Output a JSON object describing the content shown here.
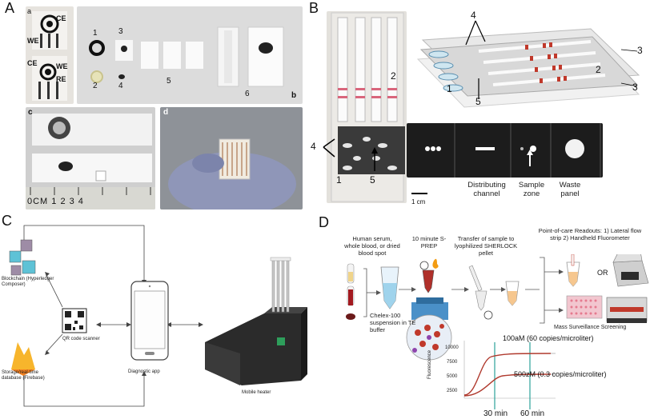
{
  "panels": {
    "A": {
      "letter": "A",
      "sub_a": "a",
      "sub_b": "b",
      "sub_c": "c",
      "sub_d": "d",
      "electrode_labels": [
        "CE",
        "WE",
        "CE",
        "WE",
        "RE"
      ],
      "part_numbers": [
        "1",
        "2",
        "3",
        "4",
        "5",
        "6"
      ],
      "ruler_text": "0CM 1   2   3   4"
    },
    "B": {
      "letter": "B",
      "photo_numbers": [
        "2",
        "4",
        "1",
        "5"
      ],
      "diagram_numbers": [
        "4",
        "3",
        "2",
        "1",
        "5",
        "3"
      ],
      "strip_captions": [
        "Distributing channel",
        "Sample zone",
        "Waste panel"
      ],
      "scale_bar": "1 cm"
    },
    "C": {
      "letter": "C",
      "blockchain_label": "Blockchain (Hyperledger Composer)",
      "qr_label": "QR code scanner",
      "storage_label": "Storage/real-time database (Firebase)",
      "app_label": "Diagnostic app",
      "heater_label": "Mobile heater"
    },
    "D": {
      "letter": "D",
      "step1": "Human serum, whole blood, or dried blood spot",
      "step2": "10 minute S-PREP",
      "step3": "Transfer of sample to lyophilized SHERLOCK pellet",
      "readouts": "Point-of-care Readouts: 1) Lateral flow strip 2) Handheld Fluorometer",
      "or_label": "OR",
      "chelex": "Chelex-100 suspension in TE buffer",
      "mass_label": "Mass Surveillance Screening",
      "curve_high": "100aM (60 copies/microliter)",
      "curve_low": "500zM (0.3 copies/microliter)",
      "time_30": "30 min",
      "time_60": "60 min",
      "ylabel": "Fluorescence",
      "yticks": [
        "10000",
        "7500",
        "5000",
        "2500"
      ]
    }
  },
  "colors": {
    "accent_red": "#c0392b",
    "teal": "#2aa198",
    "gray_bg": "#d9d9d9"
  }
}
